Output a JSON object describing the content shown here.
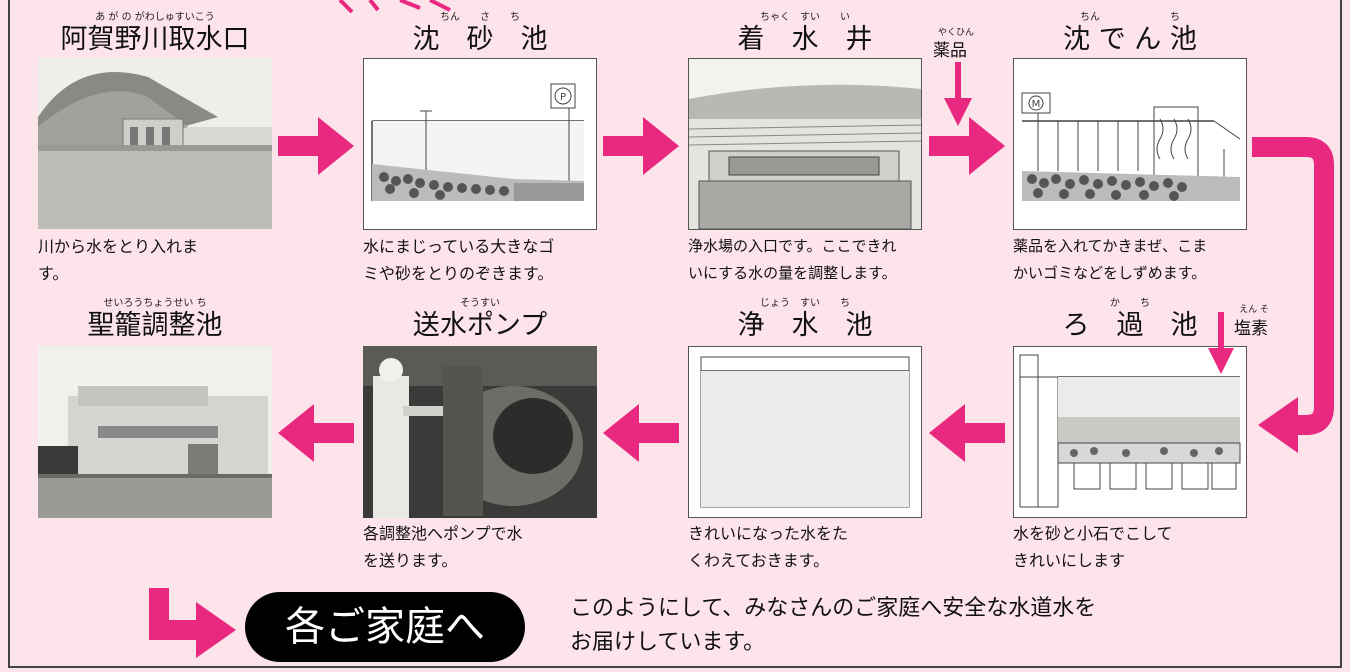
{
  "stages": [
    {
      "ruby": "あ が の がわしゅすいこう",
      "name": "阿賀野川取水口",
      "desc1": "川から水をとり入れま",
      "desc2": "す。"
    },
    {
      "ruby": "ちん　　さ　　ち",
      "name": "沈　砂　池",
      "desc1": "水にまじっている大きなゴ",
      "desc2": "ミや砂をとりのぞきます。"
    },
    {
      "ruby": "ちゃく　すい　　い",
      "name": "着　水　井",
      "desc1": "浄水場の入口です。ここできれ",
      "desc2": "いにする水の量を調整します。"
    },
    {
      "ruby": "ちん　　　　　　　ち",
      "name": "沈 で ん 池",
      "desc1": "薬品を入れてかきまぜ、こま",
      "desc2": "かいゴミなどをしずめます。"
    },
    {
      "ruby": "か　　ち",
      "name": "ろ　過　池",
      "desc1": "水を砂と小石でこして",
      "desc2": "きれいにします"
    },
    {
      "ruby": "じょう　すい　　ち",
      "name": "浄　水　池",
      "desc1": "きれいになった水をた",
      "desc2": "くわえておきます。"
    },
    {
      "ruby": "そうすい",
      "name": "送水ポンプ",
      "desc1": "各調整池へポンプで水",
      "desc2": "を送ります。"
    },
    {
      "ruby": "せいろうちょうせい ち",
      "name": "聖籠調整池",
      "desc1": "",
      "desc2": ""
    }
  ],
  "chemicals": {
    "medicine": {
      "ruby": "やくひん",
      "label": "薬品"
    },
    "chlorine": {
      "ruby": "えん そ",
      "label": "塩素"
    }
  },
  "diagram_marks": {
    "sand_basin": "P",
    "sedimentation": "M"
  },
  "destination": "各ご家庭へ",
  "footer": {
    "line1": "このようにして、みなさんのご家庭へ安全な水道水を",
    "line2": "お届けしています。"
  },
  "colors": {
    "background": "#fde3ea",
    "arrow": "#e8297f",
    "pill": "#000000"
  }
}
